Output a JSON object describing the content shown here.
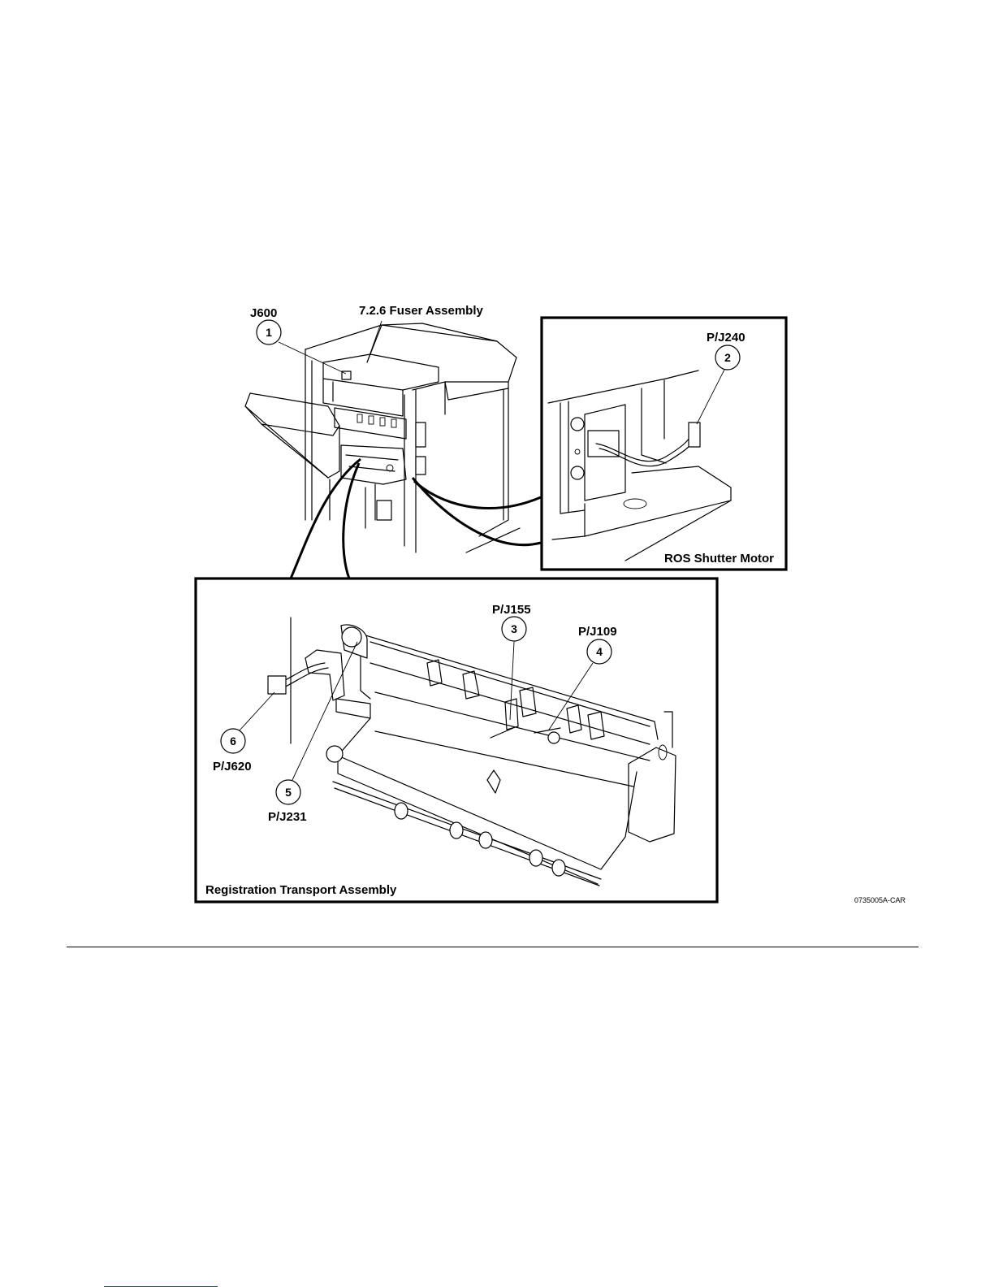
{
  "figure": {
    "labels": {
      "j600": "J600",
      "fuser": "7.2.6 Fuser Assembly",
      "pj240": "P/J240",
      "ros_shutter_motor": "ROS Shutter Motor",
      "pj155": "P/J155",
      "pj109": "P/J109",
      "pj620": "P/J620",
      "pj231": "P/J231",
      "registration_transport": "Registration Transport Assembly",
      "figure_code": "0735005A-CAR"
    },
    "callouts": [
      "1",
      "2",
      "3",
      "4",
      "5",
      "6"
    ]
  }
}
